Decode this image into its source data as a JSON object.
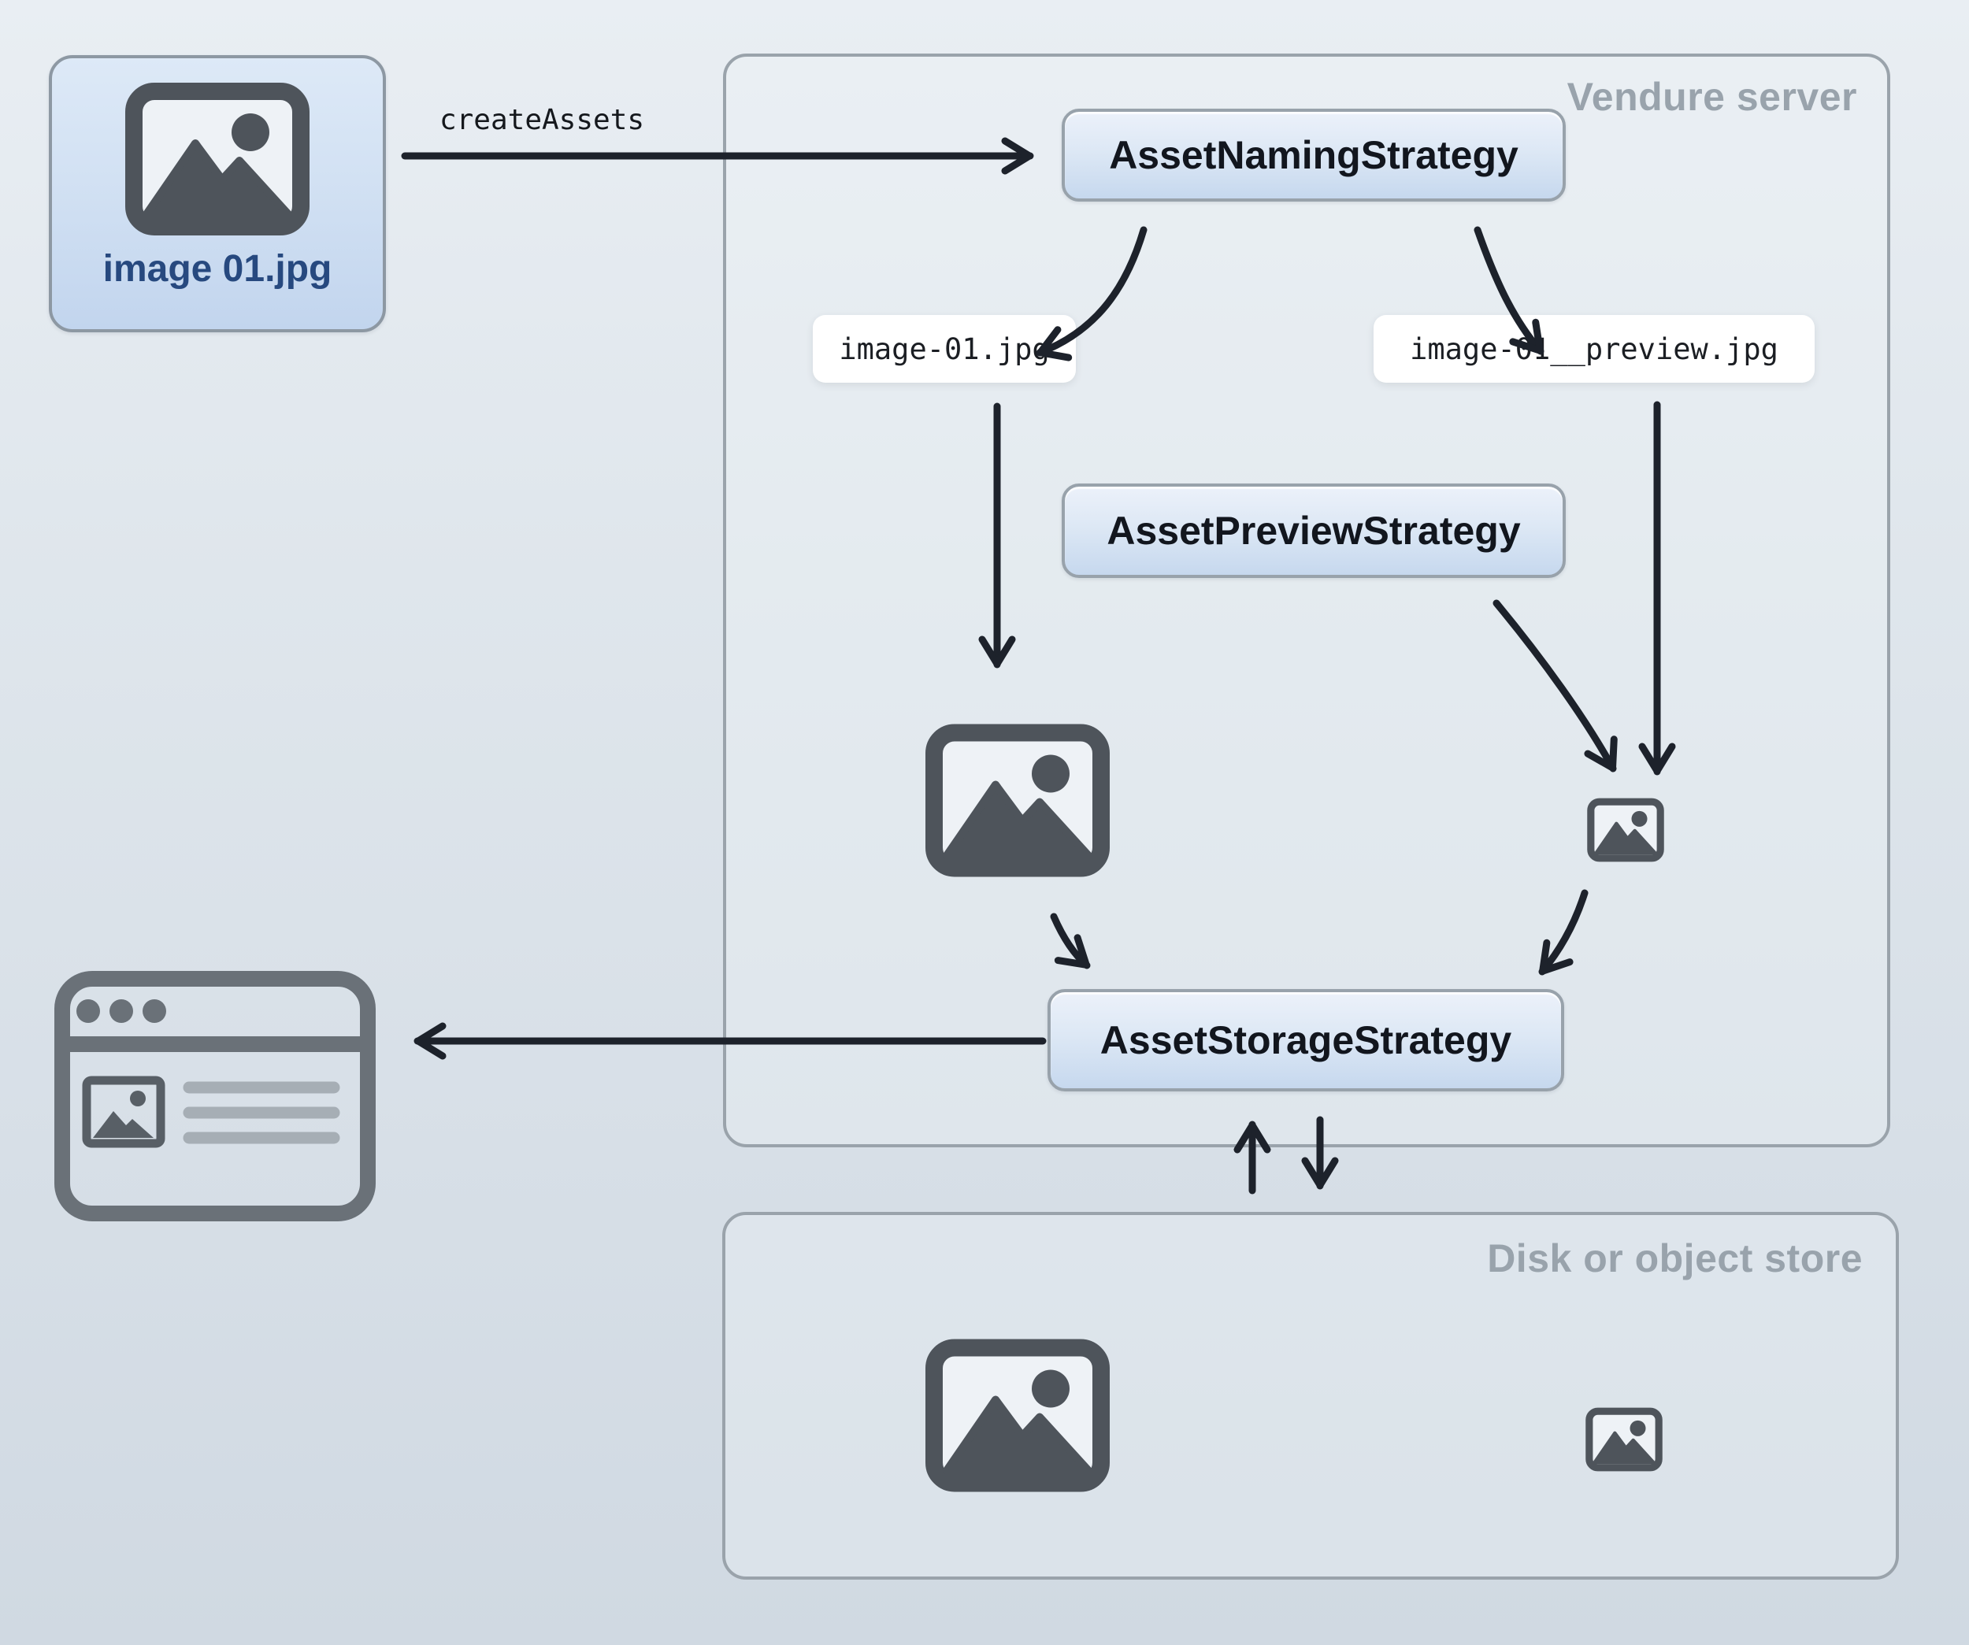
{
  "diagram": {
    "source": {
      "filename": "image 01.jpg"
    },
    "create_assets_label": "createAssets",
    "vendure_server": {
      "title": "Vendure server",
      "naming_strategy": "AssetNamingStrategy",
      "preview_strategy": "AssetPreviewStrategy",
      "storage_strategy": "AssetStorageStrategy",
      "original_file": "image-01.jpg",
      "preview_file": "image-01__preview.jpg"
    },
    "disk_store": {
      "title": "Disk or object store"
    },
    "icons": {
      "source": "image-icon",
      "vendure_original": "image-icon-large",
      "vendure_preview": "image-icon-small",
      "disk_original": "image-icon-large",
      "disk_preview": "image-icon-small",
      "storefront": "browser-window-icon"
    },
    "colors": {
      "background_top": "#e9eef3",
      "background_bottom": "#d0d9e2",
      "node_fill_top": "#ecf1fa",
      "node_fill_bottom": "#c6d8ee",
      "node_border": "#98a2ab",
      "node_text": "#12161e",
      "source_text": "#27497f",
      "container_border": "#9aa3ab",
      "container_title": "#99a3ac",
      "pill_background": "#ffffff",
      "pill_text": "#1b1e23",
      "arrow": "#1d222b",
      "icon_gray": "#4e545b",
      "browser_gray": "#6a7178"
    }
  }
}
